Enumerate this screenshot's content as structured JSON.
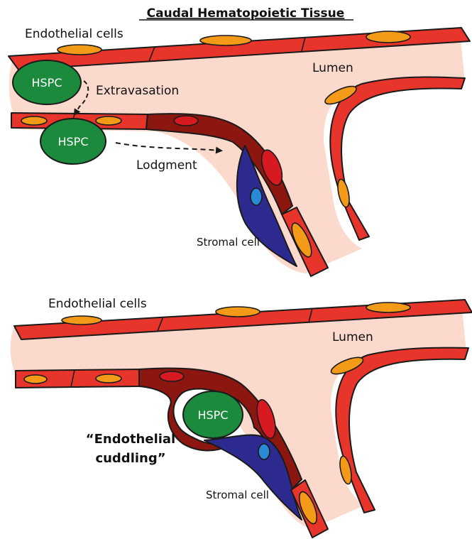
{
  "title": "Caudal Hematopoietic Tissue",
  "top_panel": {
    "endothelial_label": "Endothelial cells",
    "lumen_label": "Lumen",
    "hspc_label_1": "HSPC",
    "hspc_label_2": "HSPC",
    "extravasation_label": "Extravasation",
    "lodgment_label": "Lodgment",
    "stromal_label": "Stromal cell"
  },
  "bottom_panel": {
    "endothelial_label": "Endothelial cells",
    "lumen_label": "Lumen",
    "hspc_label": "HSPC",
    "cuddling_line1": "“Endothelial",
    "cuddling_line2": "cuddling”",
    "stromal_label": "Stromal cell"
  },
  "colors": {
    "lumen": "#fbd9cc",
    "endothelium": "#e8352b",
    "endothelium_dark": "#8b1710",
    "nucleus": "#f39a19",
    "nucleus_red": "#d71a22",
    "hspc": "#1b8a3c",
    "stromal": "#2d2a8f",
    "stromal_nucleus": "#2b8ad6"
  },
  "icons": [
    "dashed-arrow-icon"
  ]
}
